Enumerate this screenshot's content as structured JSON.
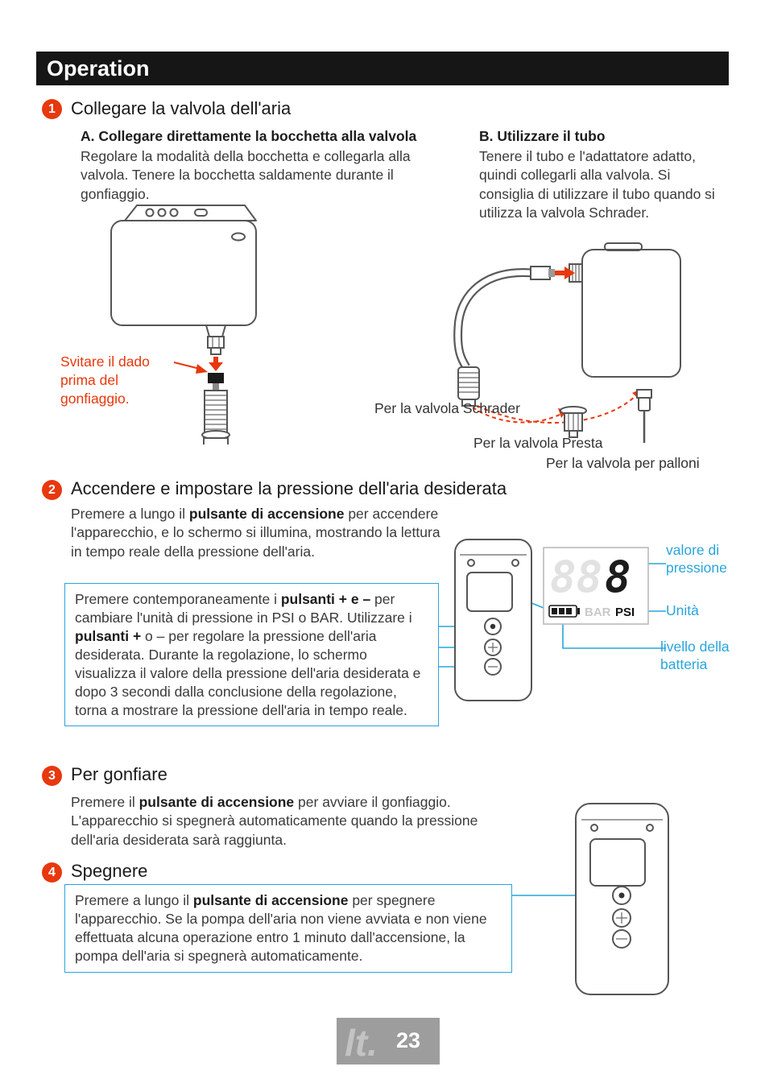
{
  "header": {
    "title": "Operation"
  },
  "sections": {
    "s1": {
      "num": "1",
      "title": "Collegare la valvola dell'aria",
      "a": {
        "heading": "A. Collegare direttamente la bocchetta alla valvola",
        "body": "Regolare la modalità della bocchetta e collegarla alla valvola. Tenere la bocchetta saldamente durante il gonfiaggio.",
        "note": "Svitare il dado prima del gonfiaggio."
      },
      "b": {
        "heading": "B. Utilizzare il tubo",
        "body": "Tenere il tubo e l'adattatore adatto, quindi collegarli alla valvola. Si consiglia di utilizzare il tubo quando si utilizza la valvola Schrader.",
        "label_schrader": "Per la valvola Schrader",
        "label_presta": "Per la valvola Presta",
        "label_balloon": "Per la valvola per palloni"
      }
    },
    "s2": {
      "num": "2",
      "title": "Accendere e impostare la pressione dell'aria desiderata",
      "para": [
        "Premere a lungo il ",
        "pulsante di accensione",
        " per accendere l'apparecchio, e lo schermo si illumina, mostrando la lettura in tempo reale della pressione dell'aria."
      ],
      "box": [
        "Premere contemporaneamente i ",
        "pulsanti + e –",
        " per cambiare l'unità di pressione in PSI o BAR. Utilizzare i ",
        "pulsanti +",
        " o – per regolare la pressione dell'aria desiderata. Durante la regolazione, lo schermo visualizza il valore della pressione dell'aria desiderata e dopo 3 secondi dalla conclusione della regolazione, torna a mostrare la pressione dell'aria in tempo reale."
      ],
      "labels": {
        "pressure": "valore di pressione",
        "unit": "Unità",
        "battery": "livello della batteria"
      },
      "display": {
        "ghost_digits": "88",
        "active_digit": "8",
        "bar": "BAR",
        "psi": "PSI"
      }
    },
    "s3": {
      "num": "3",
      "title": "Per gonfiare",
      "body": [
        "Premere il ",
        "pulsante di accensione",
        " per avviare il gonfiaggio. L'apparecchio si spegnerà automaticamente quando la pressione dell'aria desiderata sarà raggiunta."
      ]
    },
    "s4": {
      "num": "4",
      "title": "Spegnere",
      "body": [
        "Premere a lungo il ",
        "pulsante di accensione",
        " per spegnere l'apparecchio. Se la pompa dell'aria non viene avviata e non viene effettuata alcuna operazione entro 1 minuto dall'accensione, la pompa dell'aria si spegnerà automaticamente."
      ]
    }
  },
  "footer": {
    "page": "23",
    "watermark": "lt."
  },
  "colors": {
    "accent_red": "#e8380d",
    "accent_cyan": "#29a5dc"
  }
}
